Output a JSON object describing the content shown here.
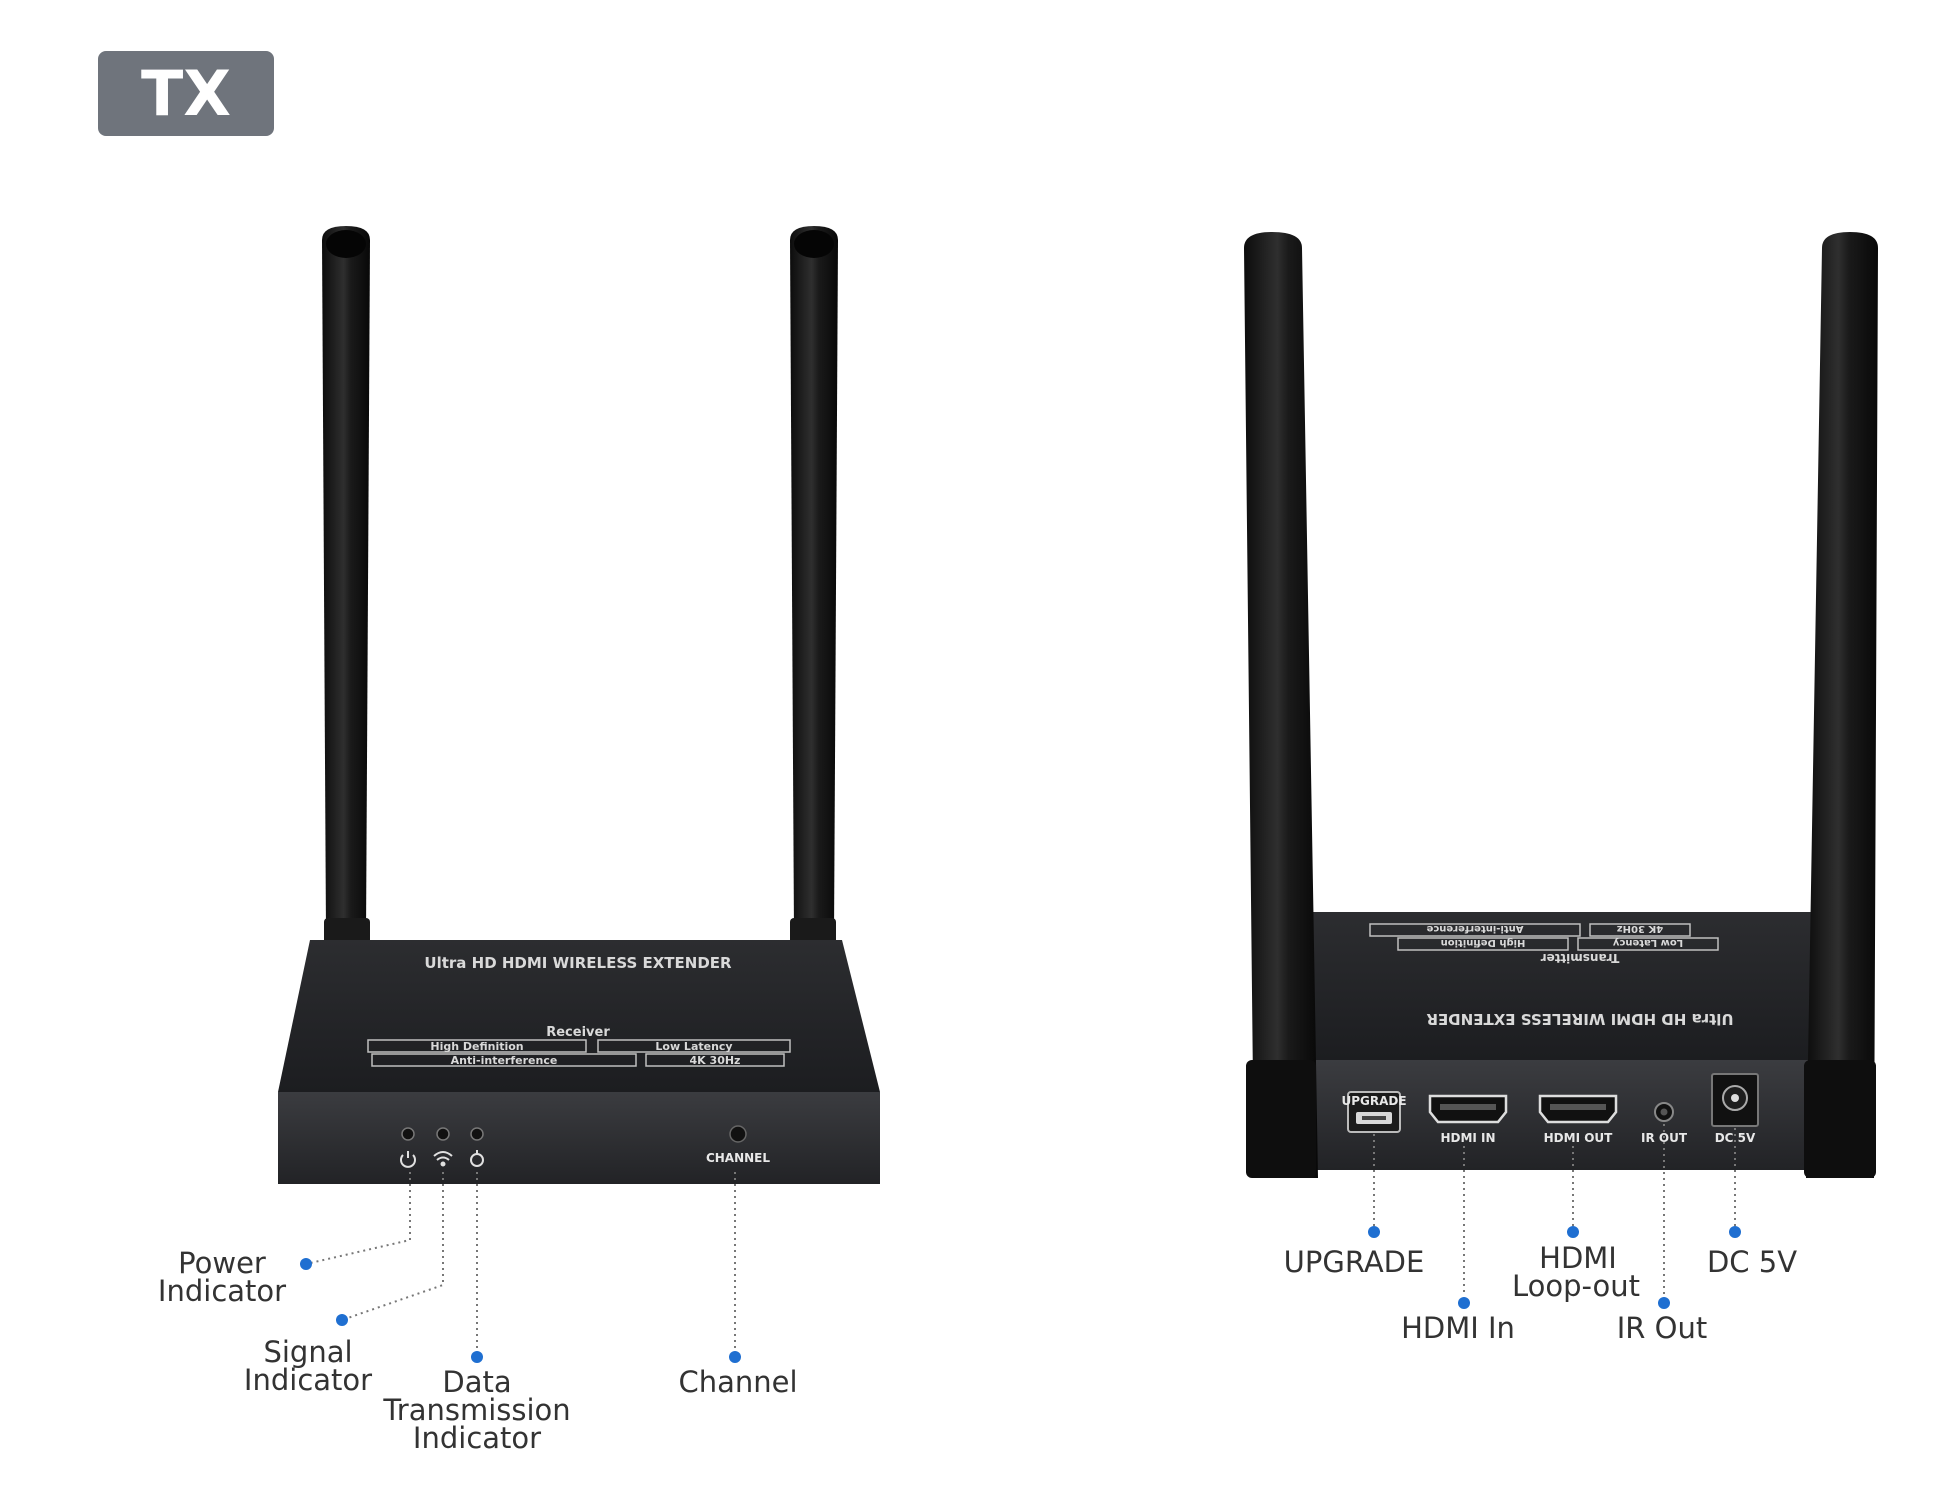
{
  "badge": "TX",
  "receiver": {
    "top_text": "Ultra HD HDMI WIRELESS EXTENDER",
    "model": "Receiver",
    "features": [
      "High Definition",
      "Low Latency",
      "Anti-interference",
      "4K 30Hz"
    ],
    "button_label": "CHANNEL",
    "callouts": {
      "power": [
        "Power",
        "Indicator"
      ],
      "signal": [
        "Signal",
        "Indicator"
      ],
      "data": [
        "Data",
        "Transmission",
        "Indicator"
      ],
      "channel": [
        "Channel"
      ]
    }
  },
  "transmitter": {
    "top_text": "Ultra HD HDMI WIRELESS EXTENDER",
    "model": "Transmitter",
    "features": [
      "High Definition",
      "Low Latency",
      "Anti-interference",
      "4K 30Hz"
    ],
    "ports": {
      "upgrade": "UPGRADE",
      "hdmi_in": "HDMI IN",
      "hdmi_out": "HDMI OUT",
      "ir_out": "IR OUT",
      "dc": "DC 5V"
    },
    "callouts": {
      "upgrade": [
        "UPGRADE"
      ],
      "hdmi_in": [
        "HDMI In"
      ],
      "hdmi_loop": [
        "HDMI",
        "Loop-out"
      ],
      "ir_out": [
        "IR Out"
      ],
      "dc": [
        "DC 5V"
      ]
    }
  },
  "colors": {
    "dot": "#1f6fd1",
    "device": "#2a2b2e",
    "antenna": "#141414"
  }
}
